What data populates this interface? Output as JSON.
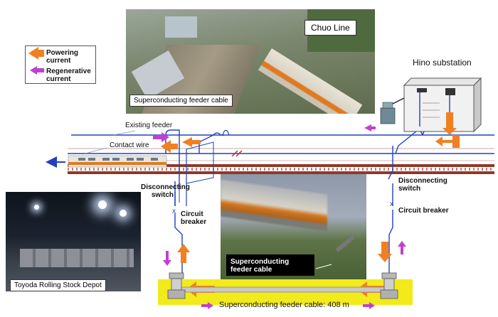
{
  "legend": {
    "powering_label": "Powering current",
    "regenerative_label": "Regenerative current",
    "powering_color": "#f08020",
    "regenerative_color": "#c040d0"
  },
  "labels": {
    "chuo_line": "Chuo  Line",
    "hino_substation": "Hino substation",
    "existing_feeder": "Existing feeder",
    "contact_wire": "Contact wire",
    "superconducting_cable_top": "Superconducting feeder cable",
    "disconnecting_switch_left": "Disconnecting switch",
    "circuit_breaker_left": "Circuit breaker",
    "disconnecting_switch_right": "Disconnecting switch",
    "circuit_breaker_right": "Circuit breaker",
    "toyoda_depot": "Toyoda Rolling Stock Depot",
    "superconducting_cable_mid": "Superconducting feeder cable",
    "cable_length": "Superconducting feeder cable: 408 m"
  },
  "colors": {
    "wire_blue": "#2040c0",
    "track_brown": "#8b3a2a",
    "cable_yellow": "#f2ea1a",
    "arrow_orange": "#f08020",
    "arrow_purple": "#c040d0"
  }
}
